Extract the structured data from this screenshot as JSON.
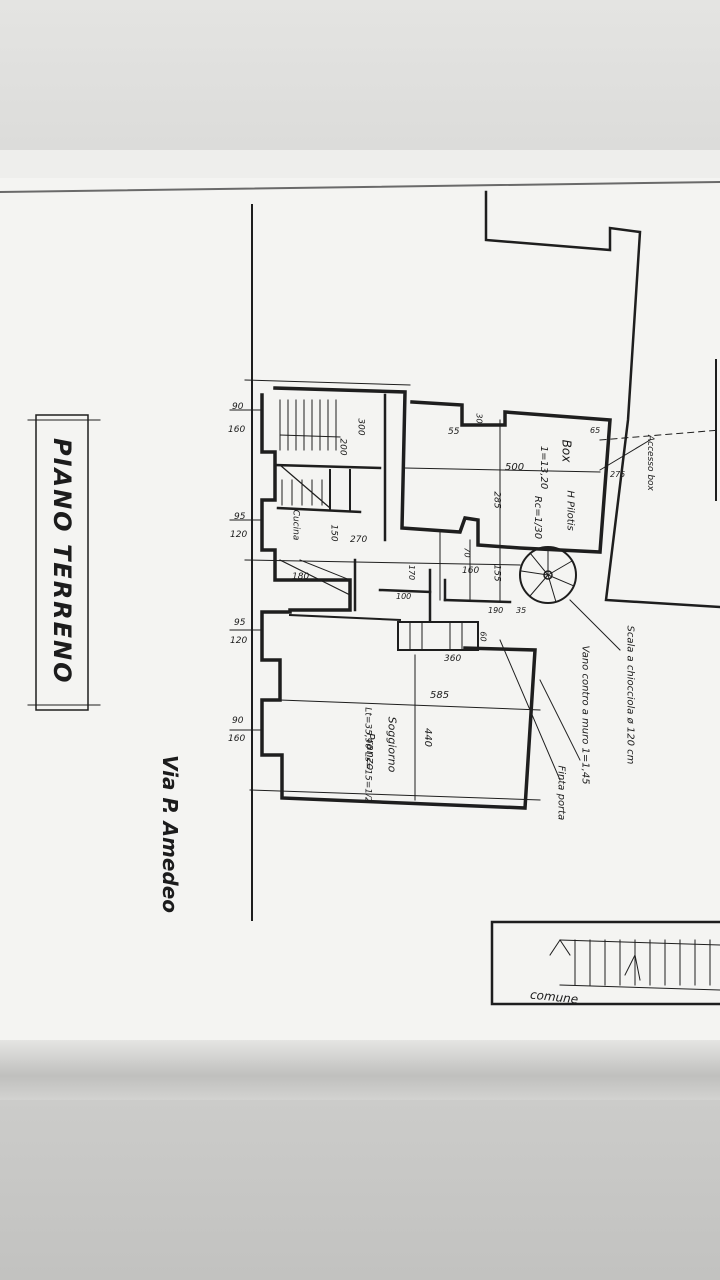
{
  "title": "PIANO TERRENO",
  "street": "Via P. Amedeo",
  "room_labels": {
    "kitchen_a": "Cucina",
    "box": "Box",
    "box_dims": "1=13,20",
    "box_area": "Rc=1/30",
    "box_note": "H Pilotis",
    "living": "Soggiorno",
    "living_b": "Pranzo",
    "living_c": "Lt=35,90 Ls=15=1/2"
  },
  "notes": {
    "scala_a": "Scala a chiocciola ø 120 cm",
    "vano": "Vano contro a muro 1=1,45",
    "ante": "Finta porta",
    "accesso": "Accesso box",
    "comune": "comune"
  },
  "dimensions": {
    "d90a": "90",
    "d160a": "160",
    "d95": "95",
    "d120": "120",
    "d90b": "90",
    "d160b": "160",
    "d95b": "95",
    "d120b": "120",
    "d300": "300",
    "d200": "200",
    "d270": "270",
    "d150": "150",
    "d180": "180",
    "d55": "55",
    "d30": "30",
    "d500": "500",
    "d285": "285",
    "d65": "65",
    "d275": "275",
    "d170": "170",
    "d160c": "160",
    "d155": "155",
    "d100": "100",
    "d190": "190",
    "d585": "585",
    "d440": "440",
    "d360": "360",
    "d60": "60",
    "d35": "35",
    "d70": "70"
  }
}
